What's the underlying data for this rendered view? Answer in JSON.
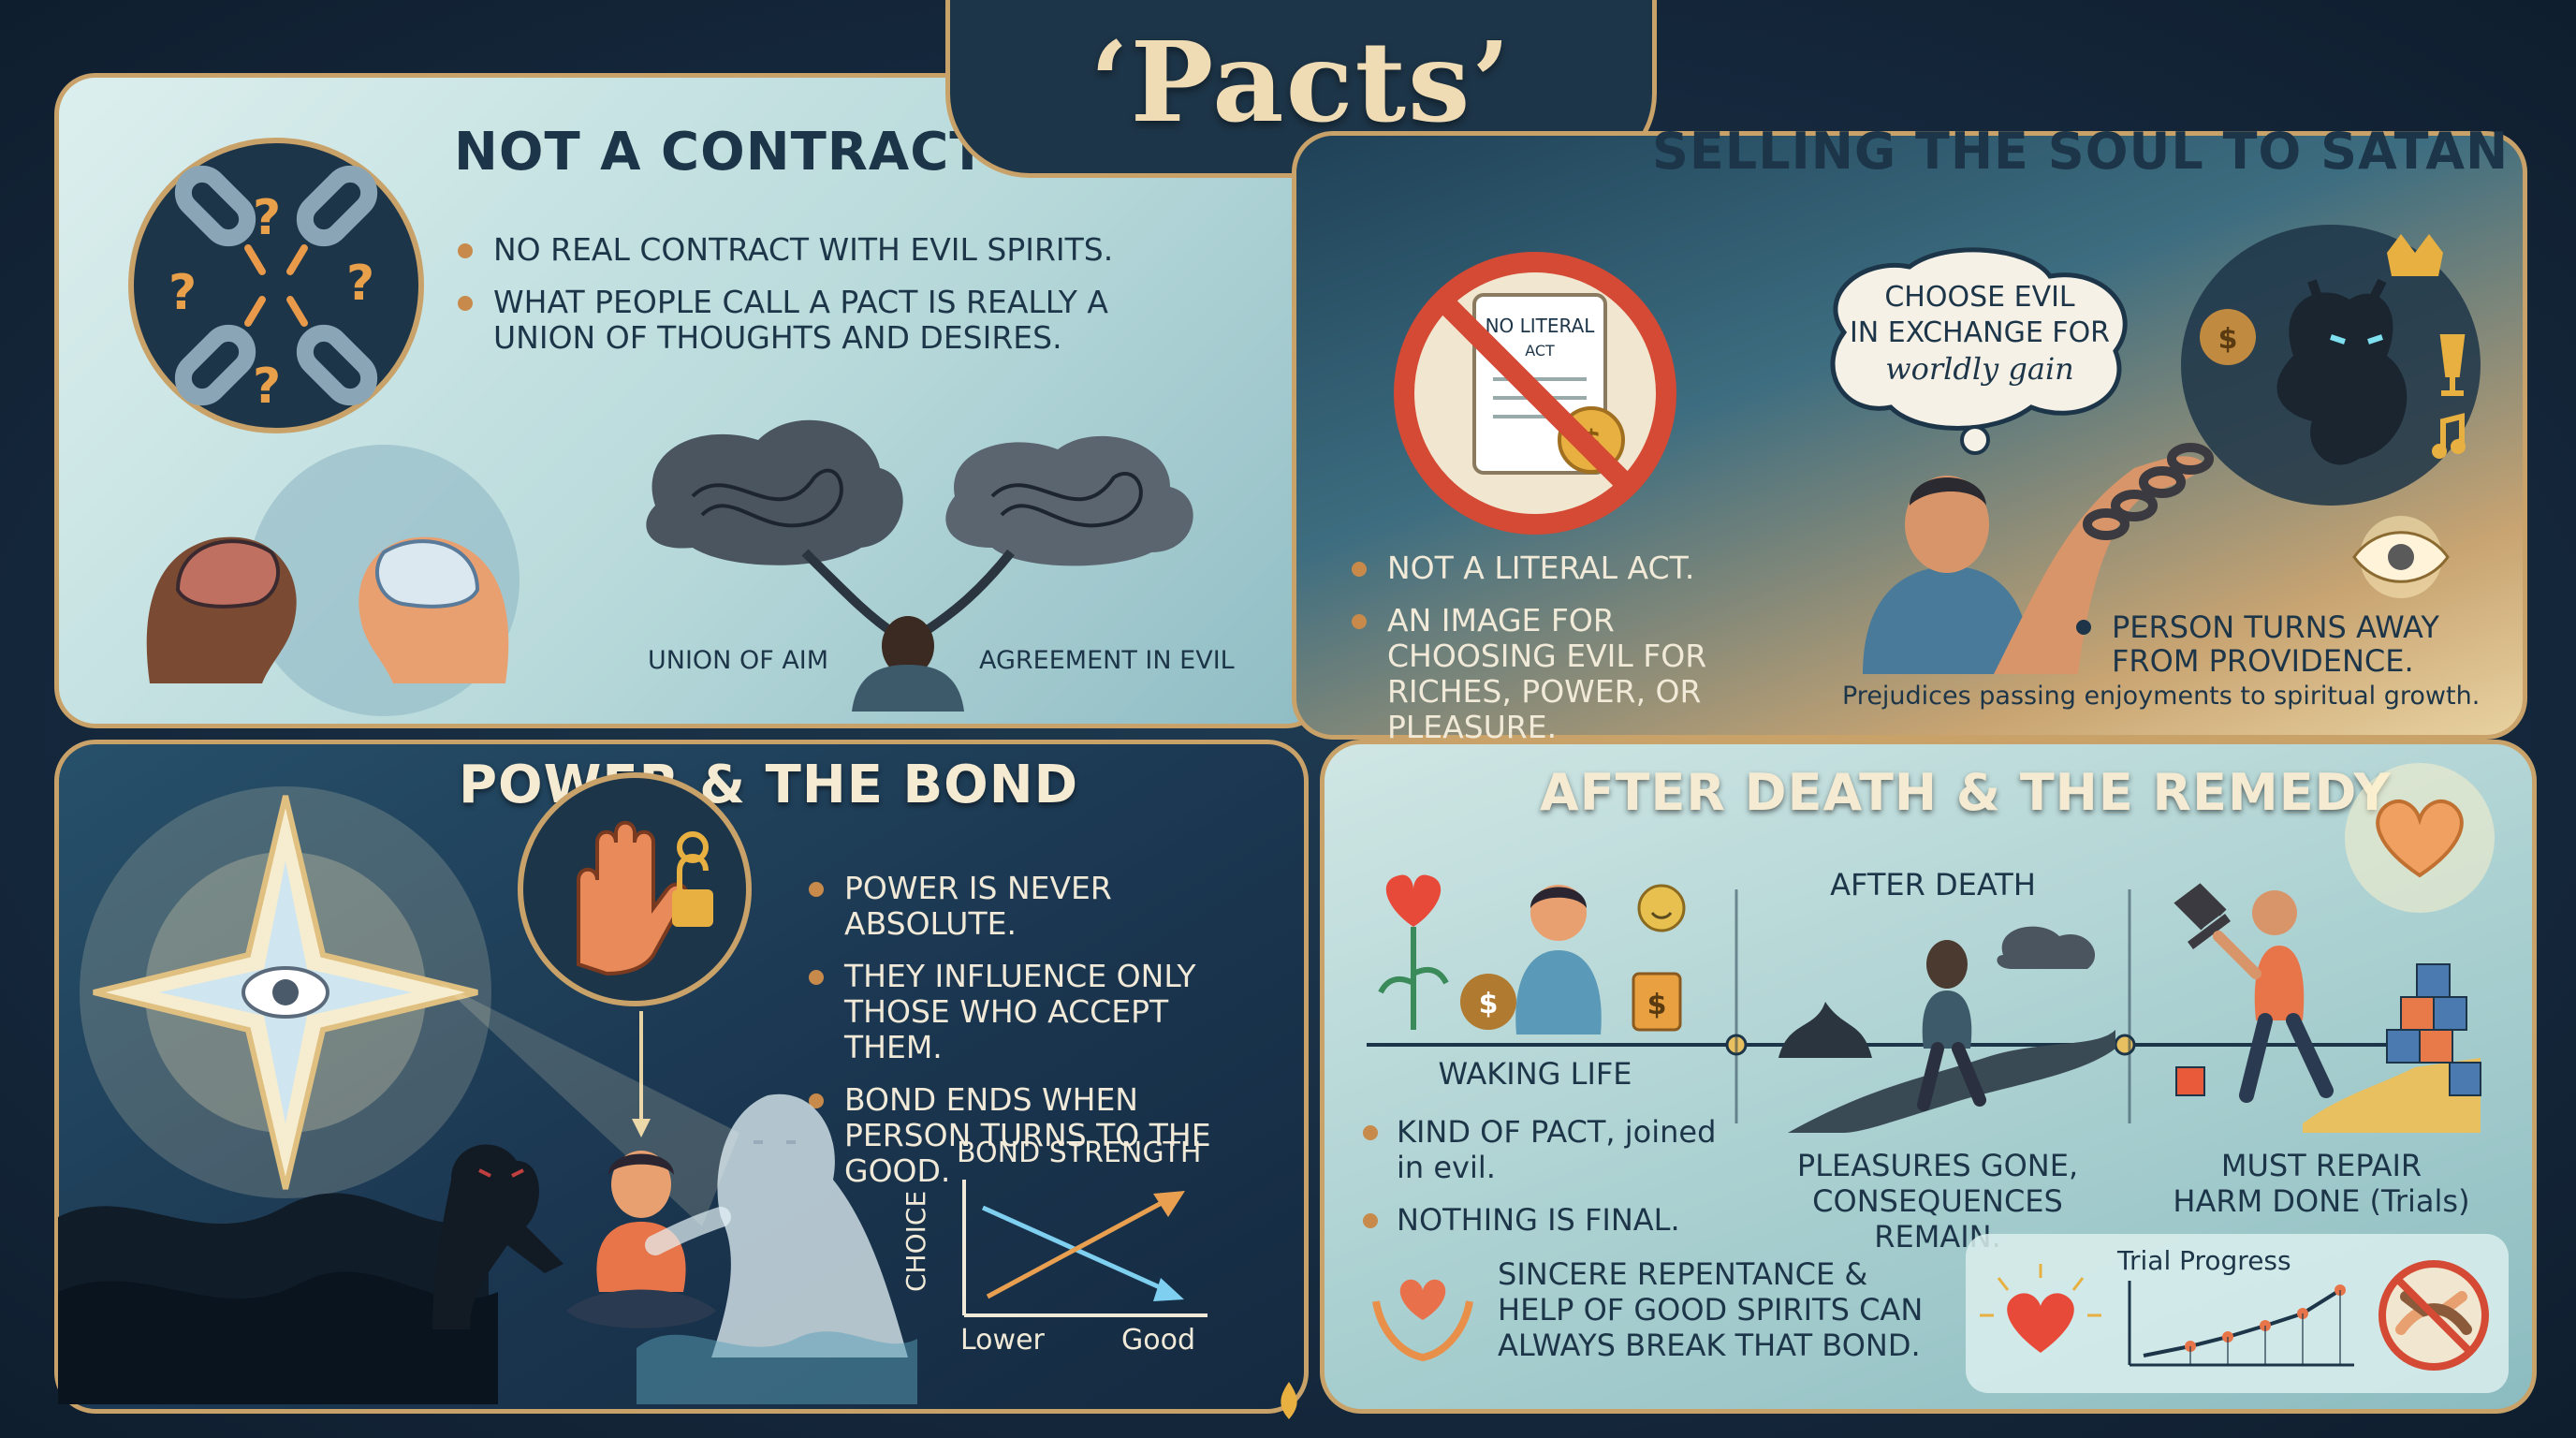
{
  "title": "‘Pacts’",
  "not_contract": {
    "heading": "NOT A CONTRACT",
    "bullets": [
      "NO REAL CONTRACT WITH EVIL SPIRITS.",
      "WHAT PEOPLE CALL A PACT IS REALLY A UNION OF THOUGHTS AND DESIRES."
    ],
    "label_aim": "UNION OF AIM",
    "label_agreement": "AGREEMENT IN EVIL"
  },
  "selling": {
    "heading": "SELLING THE SOUL TO SATAN",
    "sign_text_1": "NO LITERAL",
    "sign_text_2": "ACT",
    "bubble_1": "CHOOSE EVIL",
    "bubble_2": "IN EXCHANGE FOR",
    "bubble_3": "worldly gain",
    "bullets": [
      "NOT A LITERAL ACT.",
      "AN IMAGE FOR CHOOSING EVIL FOR RICHES, POWER, OR PLEASURE."
    ],
    "turn_away_1": "PERSON TURNS AWAY",
    "turn_away_2": "FROM PROVIDENCE.",
    "note": "Prejudices passing enjoyments to spiritual growth."
  },
  "power": {
    "heading": "POWER &  THE BOND",
    "bullets": [
      "POWER IS NEVER ABSOLUTE.",
      "THEY INFLUENCE ONLY THOSE WHO ACCEPT THEM.",
      "BOND ENDS WHEN PERSON TURNS TO THE GOOD."
    ],
    "chart": {
      "title": "BOND STRENGTH",
      "ylabel": "CHOICE",
      "x_left": "Lower",
      "x_right": "Good"
    }
  },
  "after": {
    "heading": "AFTER DEATH & THE REMEDY",
    "stage_waking": "WAKING LIFE",
    "stage_after": "AFTER DEATH",
    "waking_bullets": [
      "KIND OF PACT, joined in evil.",
      "NOTHING IS FINAL."
    ],
    "after_text_1": "PLEASURES GONE,",
    "after_text_2": "CONSEQUENCES REMAIN.",
    "repair_text_1": "MUST REPAIR",
    "repair_text_2": "HARM DONE (Trials)",
    "remedy_1": "SINCERE REPENTANCE &",
    "remedy_2": "HELP OF GOOD SPIRITS CAN",
    "remedy_3": "ALWAYS BREAK THAT BOND.",
    "trial_title": "Trial Progress"
  },
  "colors": {
    "gold": "#c9a26a",
    "navy": "#1d3548",
    "accent": "#c88a4a",
    "cream": "#f2ead8"
  }
}
